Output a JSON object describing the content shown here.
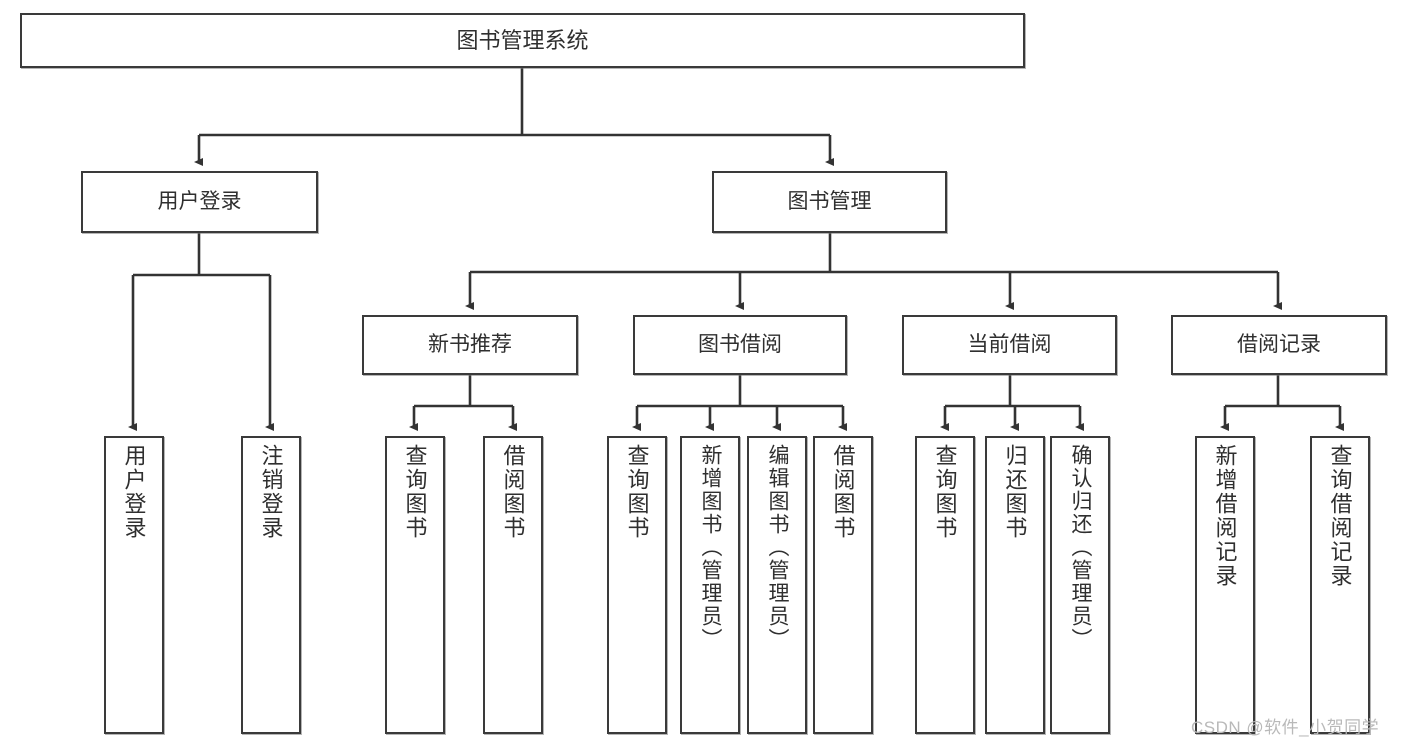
{
  "diagram": {
    "title": "图书管理系统",
    "root": {
      "label": "图书管理系统"
    },
    "level2": [
      {
        "label": "用户登录"
      },
      {
        "label": "图书管理"
      }
    ],
    "level3": [
      {
        "label": "新书推荐"
      },
      {
        "label": "图书借阅"
      },
      {
        "label": "当前借阅"
      },
      {
        "label": "借阅记录"
      }
    ],
    "leaves": [
      {
        "label": "用户登录",
        "parent": "用户登录"
      },
      {
        "label": "注销登录",
        "parent": "用户登录"
      },
      {
        "label": "查询图书",
        "parent": "新书推荐"
      },
      {
        "label": "借阅图书",
        "parent": "新书推荐"
      },
      {
        "label": "查询图书",
        "parent": "图书借阅"
      },
      {
        "label": "新增图书（管理员）",
        "parent": "图书借阅"
      },
      {
        "label": "编辑图书（管理员）",
        "parent": "图书借阅"
      },
      {
        "label": "借阅图书",
        "parent": "图书借阅"
      },
      {
        "label": "查询图书",
        "parent": "当前借阅"
      },
      {
        "label": "归还图书",
        "parent": "当前借阅"
      },
      {
        "label": "确认归还（管理员）",
        "parent": "当前借阅"
      },
      {
        "label": "新增借阅记录",
        "parent": "借阅记录"
      },
      {
        "label": "查询借阅记录",
        "parent": "借阅记录"
      }
    ]
  },
  "watermark": {
    "text": "CSDN @软件_小贺同学"
  },
  "colors": {
    "box_border": "#3a3a3a",
    "box_fill": "#ffffff",
    "connector": "#333333",
    "text": "#2f2f2f",
    "watermark": "#b9b9b9"
  }
}
